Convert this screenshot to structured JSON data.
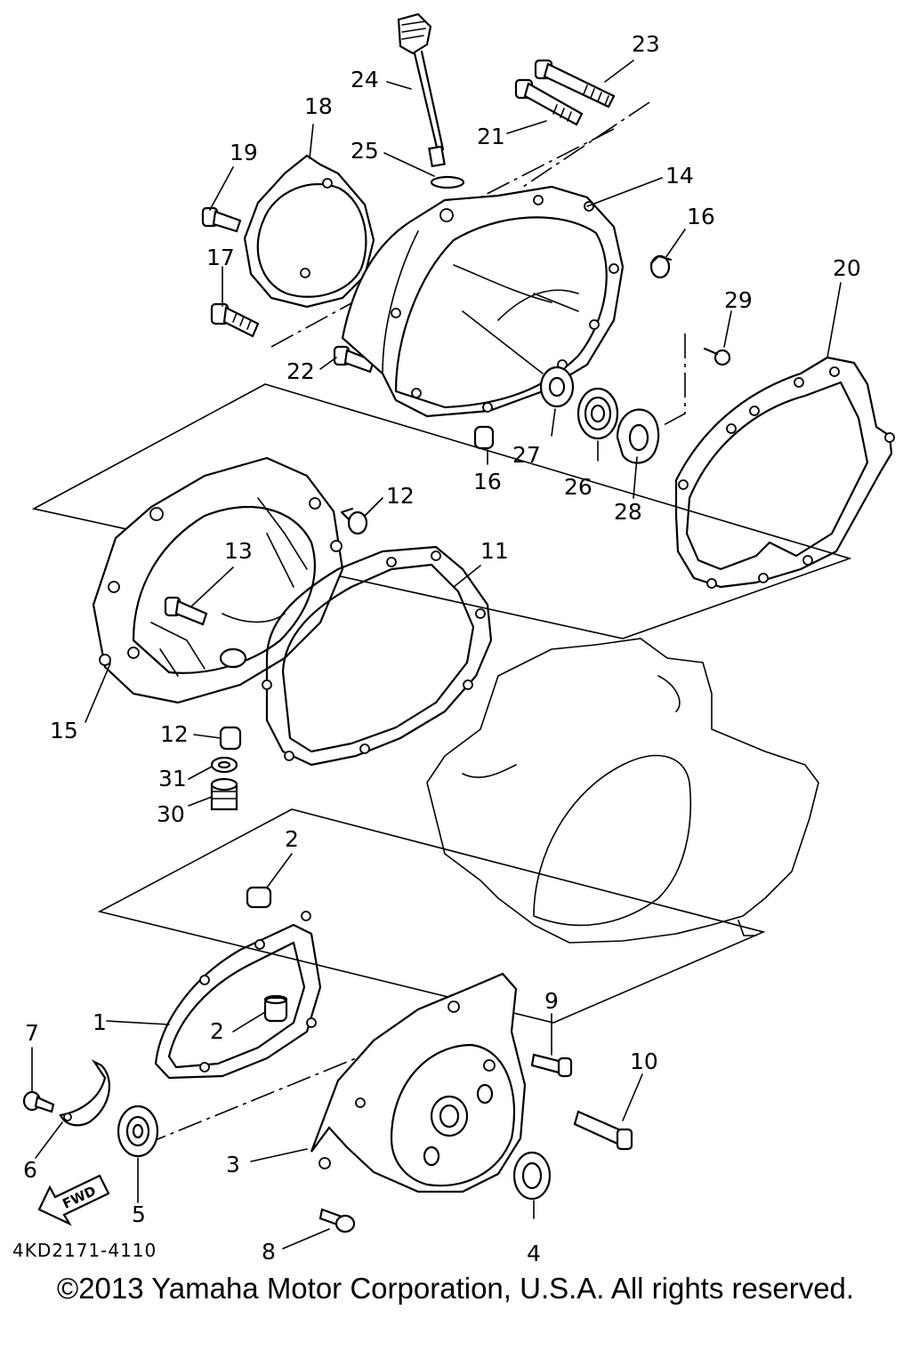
{
  "diagram": {
    "callouts": [
      "1",
      "2",
      "2",
      "3",
      "4",
      "5",
      "6",
      "7",
      "8",
      "9",
      "10",
      "11",
      "12",
      "12",
      "13",
      "14",
      "15",
      "16",
      "16",
      "17",
      "18",
      "19",
      "20",
      "21",
      "22",
      "23",
      "24",
      "25",
      "26",
      "27",
      "28",
      "29",
      "30",
      "31"
    ],
    "fwd_label": "FWD",
    "doc_code": "4KD2171-4110"
  },
  "footer": {
    "copyright": "©2013 Yamaha Motor Corporation, U.S.A. All rights reserved."
  }
}
